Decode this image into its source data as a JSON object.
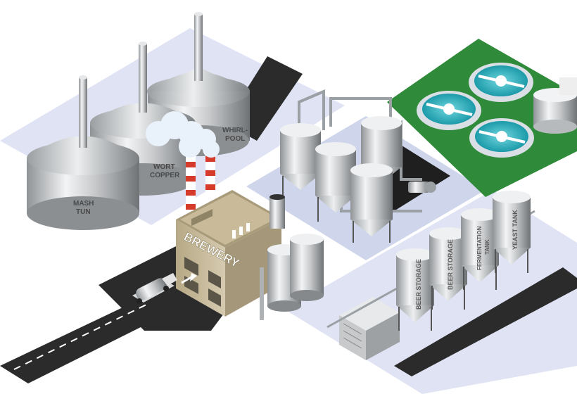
{
  "labels": {
    "mash_tun_line1": "MASH",
    "mash_tun_line2": "TUN",
    "wort_copper_line1": "WORT",
    "wort_copper_line2": "COPPER",
    "whirlpool_line1": "WHIRL-",
    "whirlpool_line2": "POOL",
    "brewery_sign": "BREWERY",
    "beer_storage_1": "BEER STORAGE",
    "beer_storage_2": "BEER STORAGE",
    "fermentation_line1": "FERMENTATION",
    "fermentation_line2": "TANK",
    "yeast_tank": "YEAST TANK"
  },
  "colors": {
    "platform_light": "#dfe3f4",
    "platform_mid": "#cfd6ec",
    "asphalt": "#2b2b2b",
    "treatment_green": "#2f8a3a",
    "water_teal": "#2fb6c3",
    "steel": "#c9cbcd",
    "building_tan": "#c9bb9a",
    "chimney_red": "#d63a2a"
  },
  "icons": {
    "truck": "tanker-truck-icon",
    "arrow": "delivery-arrow-icon"
  }
}
